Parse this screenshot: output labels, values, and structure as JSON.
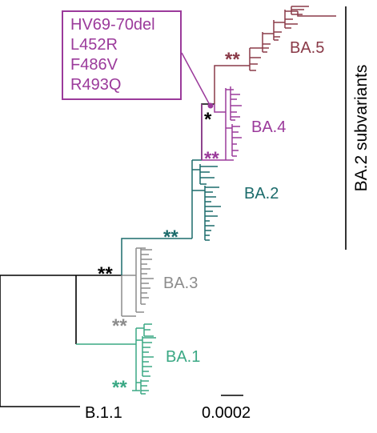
{
  "colors": {
    "ba1": "#3aa884",
    "ba2": "#1b6b6b",
    "ba3": "#8c8c8c",
    "ba4": "#9b3a9b",
    "ba5": "#8a3a48",
    "root": "#000000"
  },
  "mutations": [
    "HV69-70del",
    "L452R",
    "F486V",
    "R493Q"
  ],
  "clades": {
    "ba1": "BA.1",
    "ba2": "BA.2",
    "ba3": "BA.3",
    "ba4": "BA.4",
    "ba5": "BA.5",
    "outgroup": "B.1.1"
  },
  "support": {
    "ba2_ba3": "**",
    "ba3": "**",
    "ba1": "**",
    "ba2": "**",
    "ba4_ba5": "*",
    "ba4": "**",
    "ba5": "**"
  },
  "bracket_label": "BA.2 subvariants",
  "scale_label": "0.0002"
}
